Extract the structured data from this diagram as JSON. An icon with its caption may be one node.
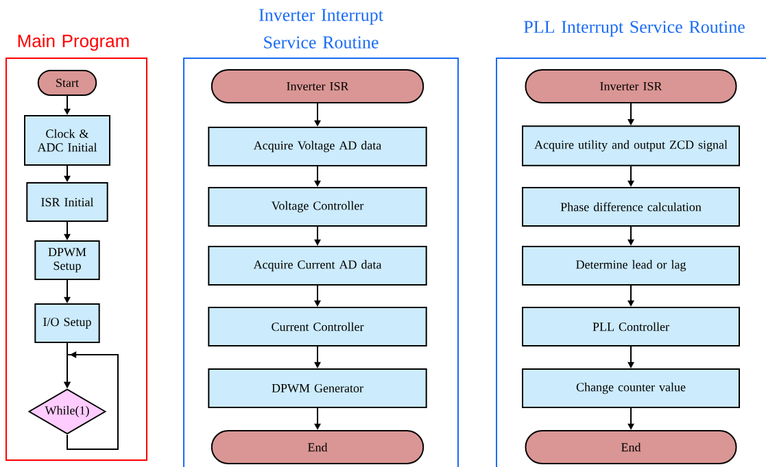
{
  "diagram": {
    "nodes": [
      {
        "text": [
          "Main Program"
        ]
      },
      {
        "text": [
          "Inverter Interrupt Service Routine"
        ]
      },
      {
        "text": [
          "PLL Interrupt Service Routine"
        ]
      },
      {
        "text": [
          "Start"
        ],
        "in": 0
      },
      {
        "text": [
          "Clock & ADC Initial"
        ],
        "in": 0
      },
      {
        "text": [
          "ISR Initial"
        ],
        "in": 0
      },
      {
        "text": [
          "DPWM Setup"
        ],
        "in": 0
      },
      {
        "text": [
          "I/O Setup"
        ],
        "in": 0
      },
      {
        "text": [
          "While(1)"
        ],
        "in": 0
      },
      {
        "text": [
          "Inverter ISR"
        ],
        "in": 1
      },
      {
        "text": [
          "Acquire Voltage AD data"
        ],
        "in": 1
      },
      {
        "text": [
          "Voltage Controller"
        ],
        "in": 1
      },
      {
        "text": [
          "Acquire Current AD data"
        ],
        "in": 1
      },
      {
        "text": [
          "Current Controller"
        ],
        "in": 1
      },
      {
        "text": [
          "DPWM Generator"
        ],
        "in": 1
      },
      {
        "text": [
          "End"
        ],
        "in": 1
      },
      {
        "text": [
          "Inverter ISR"
        ],
        "in": 2
      },
      {
        "text": [
          "Acquire utility and output ZCD signal"
        ],
        "in": 2
      },
      {
        "text": [
          "Phase difference calculation"
        ],
        "in": 2
      },
      {
        "text": [
          "Determine lead or lag"
        ],
        "in": 2
      },
      {
        "text": [
          "PLL Controller"
        ],
        "in": 2
      },
      {
        "text": [
          "Change counter value"
        ],
        "in": 2
      },
      {
        "text": [
          "End"
        ],
        "in": 2
      }
    ],
    "edges": [
      {
        "from": 3,
        "to": 4,
        "arrow": "to"
      },
      {
        "from": 4,
        "to": 5,
        "arrow": "to"
      },
      {
        "from": 5,
        "to": 6,
        "arrow": "to"
      },
      {
        "from": 6,
        "to": 7,
        "arrow": "to"
      },
      {
        "from": 7,
        "to": 8,
        "arrow": "to"
      },
      {
        "from": 8,
        "to": 8,
        "arrow": "to"
      },
      {
        "from": 9,
        "to": 10,
        "arrow": "to"
      },
      {
        "from": 10,
        "to": 11,
        "arrow": "to"
      },
      {
        "from": 11,
        "to": 12,
        "arrow": "to"
      },
      {
        "from": 12,
        "to": 13,
        "arrow": "to"
      },
      {
        "from": 13,
        "to": 14,
        "arrow": "to"
      },
      {
        "from": 14,
        "to": 15,
        "arrow": "to"
      },
      {
        "from": 16,
        "to": 17,
        "arrow": "to"
      },
      {
        "from": 17,
        "to": 18,
        "arrow": "to"
      },
      {
        "from": 18,
        "to": 19,
        "arrow": "to"
      },
      {
        "from": 19,
        "to": 20,
        "arrow": "to"
      },
      {
        "from": 20,
        "to": 21,
        "arrow": "to"
      },
      {
        "from": 21,
        "to": 22,
        "arrow": "to"
      }
    ]
  }
}
